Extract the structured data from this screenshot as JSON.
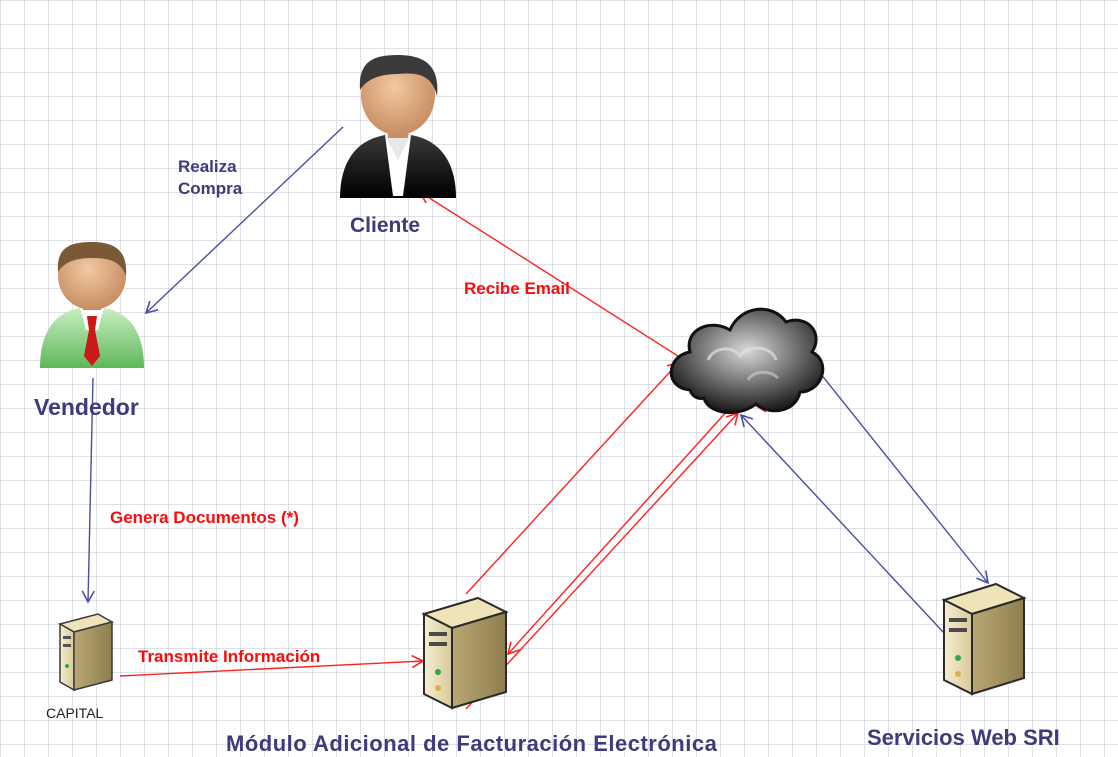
{
  "actors": {
    "cliente": "Cliente",
    "vendedor": "Vendedor"
  },
  "servers": {
    "capital": "CAPITAL",
    "modulo": "Módulo Adicional de Facturación Electrónica",
    "sri": "Servicios Web SRI"
  },
  "edges": {
    "realiza_compra_line1": "Realiza",
    "realiza_compra_line2": "Compra",
    "recibe_email": "Recibe Email",
    "genera_documentos": "Genera Documentos (*)",
    "transmite_informacion": "Transmite Información"
  },
  "colors": {
    "blue_edge": "#4a4f9a",
    "red_edge": "#ff2020",
    "label_blue": "#3d3b7a",
    "label_red": "#ff0a0a"
  }
}
